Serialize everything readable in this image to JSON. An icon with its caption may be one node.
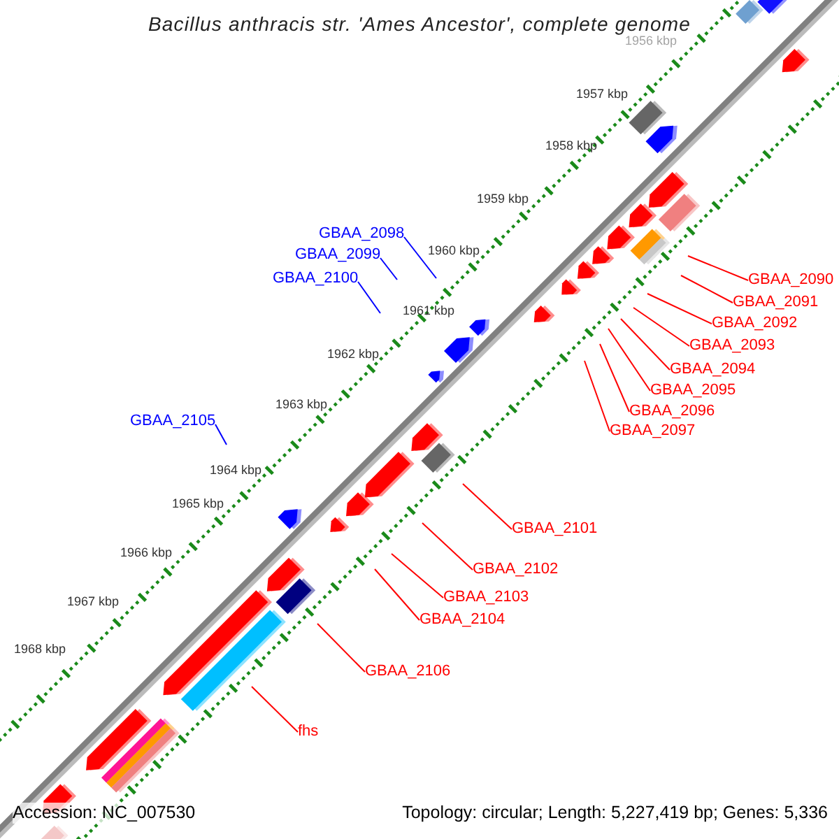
{
  "diagram": {
    "title": "Bacillus anthracis str. 'Ames Ancestor', complete genome",
    "nodes": [
      {
        "text": [
          "GBAA_2098"
        ]
      },
      {
        "text": [
          "GBAA_2099"
        ]
      },
      {
        "text": [
          "GBAA_2100"
        ]
      },
      {
        "text": [
          "GBAA_2090"
        ]
      },
      {
        "text": [
          "GBAA_2091"
        ]
      },
      {
        "text": [
          "GBAA_2092"
        ]
      },
      {
        "text": [
          "GBAA_2093"
        ]
      },
      {
        "text": [
          "GBAA_2094"
        ]
      },
      {
        "text": [
          "GBAA_2095"
        ]
      },
      {
        "text": [
          "GBAA_2096"
        ]
      },
      {
        "text": [
          "GBAA_2097"
        ]
      },
      {
        "text": [
          "GBAA_2105"
        ]
      },
      {
        "text": [
          "GBAA_2101"
        ]
      },
      {
        "text": [
          "GBAA_2102"
        ]
      },
      {
        "text": [
          "GBAA_2103"
        ]
      },
      {
        "text": [
          "GBAA_2104"
        ]
      },
      {
        "text": [
          "GBAA_2106"
        ]
      },
      {
        "text": [
          "fhs"
        ]
      }
    ],
    "edges": [
      {
        "from": 0,
        "to": null,
        "arrow": "none",
        "color": "#0000ff"
      },
      {
        "from": 1,
        "to": null,
        "arrow": "none",
        "color": "#0000ff"
      },
      {
        "from": 2,
        "to": null,
        "arrow": "none",
        "color": "#0000ff"
      },
      {
        "from": 3,
        "to": null,
        "arrow": "none"
      },
      {
        "from": 4,
        "to": null,
        "arrow": "none"
      },
      {
        "from": 5,
        "to": null,
        "arrow": "none"
      },
      {
        "from": 6,
        "to": null,
        "arrow": "none"
      },
      {
        "from": 7,
        "to": null,
        "arrow": "none"
      },
      {
        "from": 8,
        "to": null,
        "arrow": "none"
      },
      {
        "from": 9,
        "to": null,
        "arrow": "none"
      },
      {
        "from": 10,
        "to": null,
        "arrow": "none"
      },
      {
        "from": 11,
        "to": null,
        "arrow": "none",
        "color": "#0000ff"
      },
      {
        "from": 12,
        "to": null,
        "arrow": "none"
      },
      {
        "from": 13,
        "to": null,
        "arrow": "none"
      },
      {
        "from": 14,
        "to": null,
        "arrow": "none"
      },
      {
        "from": 15,
        "to": null,
        "arrow": "none"
      },
      {
        "from": 16,
        "to": null,
        "arrow": "none"
      },
      {
        "from": 17,
        "to": null,
        "arrow": "none"
      }
    ],
    "labels": [
      "1956 kbp",
      "1957 kbp",
      "1958 kbp",
      "1959 kbp",
      "1960 kbp",
      "1961 kbp",
      "1962 kbp",
      "1963 kbp",
      "1964 kbp",
      "1965 kbp",
      "1966 kbp",
      "1967 kbp",
      "1968 kbp",
      "Accession: NC_007530",
      "Topology: circular; Length: 5,227,419 bp; Genes: 5,336"
    ]
  }
}
